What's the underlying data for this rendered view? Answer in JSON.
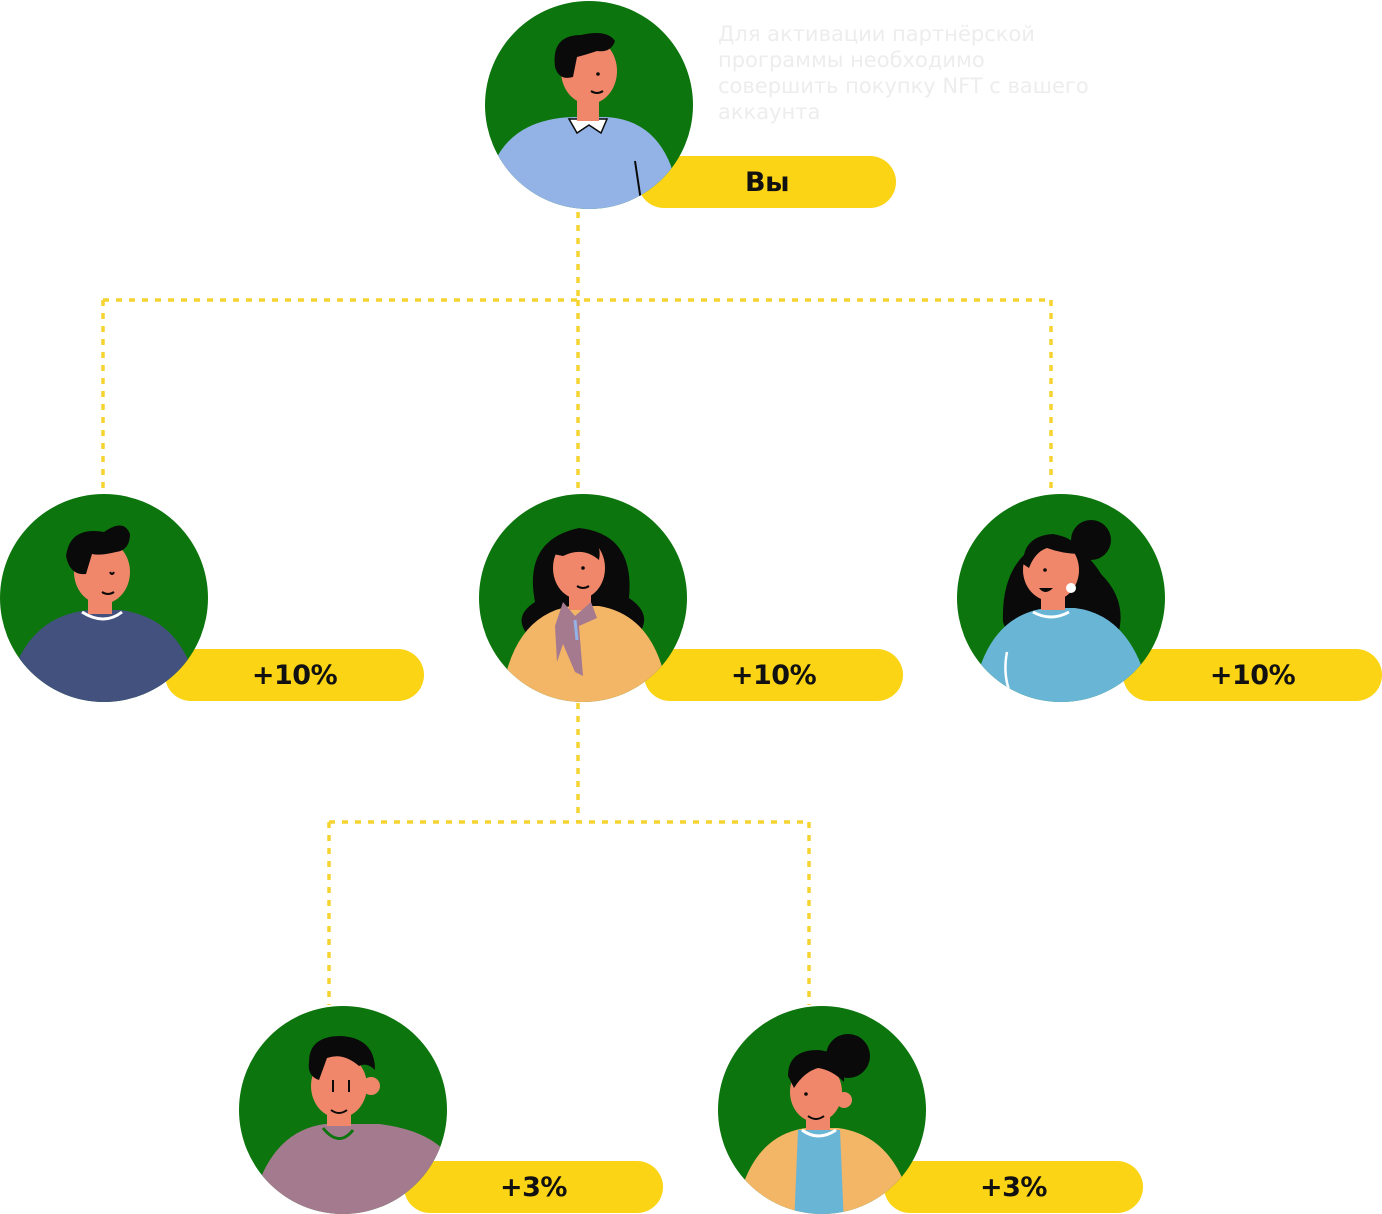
{
  "note": "Для активации партнёрской программы необходимо совершить покупку NFT с вашего аккаунта",
  "colors": {
    "circle": "#0D750D",
    "pill": "#FBD415",
    "connector": "#F5D330",
    "skin": "#F0876A",
    "hair": "#0A0A0A"
  },
  "nodes": {
    "root": {
      "label": "Вы"
    },
    "l1_left": {
      "label": "+10%"
    },
    "l1_center": {
      "label": "+10%"
    },
    "l1_right": {
      "label": "+10%"
    },
    "l2_left": {
      "label": "+3%"
    },
    "l2_right": {
      "label": "+3%"
    }
  }
}
